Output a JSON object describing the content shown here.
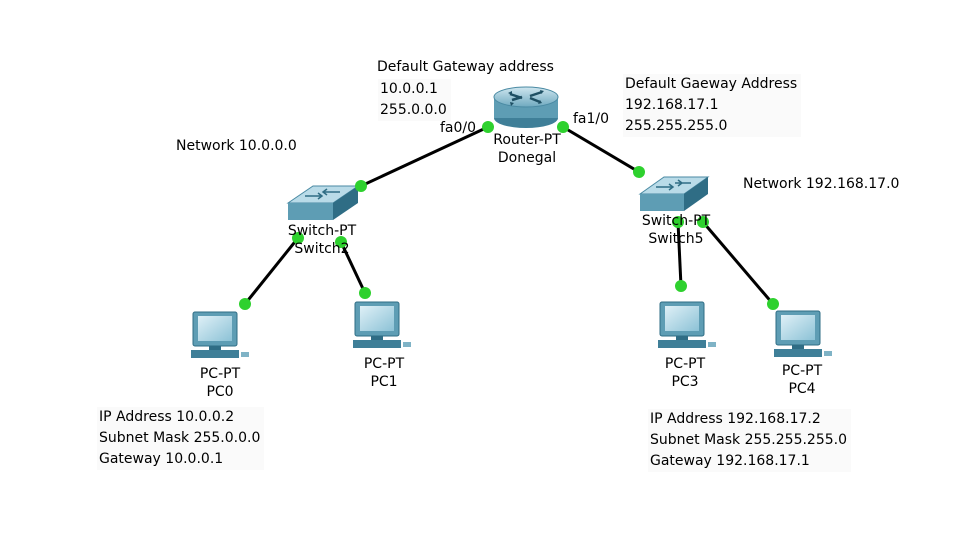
{
  "gateway_left": {
    "heading": "Default Gateway address",
    "ip": "10.0.0.1",
    "mask": "255.0.0.0"
  },
  "gateway_right": {
    "heading": "Default Gaeway Address",
    "ip": "192.168.17.1",
    "mask": "255.255.255.0"
  },
  "networks": {
    "left": "Network 10.0.0.0",
    "right": "Network 192.168.17.0"
  },
  "ports": {
    "left": "fa0/0",
    "right": "fa1/0"
  },
  "router": {
    "type": "Router-PT",
    "name": "Donegal"
  },
  "switches": [
    {
      "type": "Switch-PT",
      "name": "Switch2"
    },
    {
      "type": "Switch-PT",
      "name": "Switch5"
    }
  ],
  "pcs": [
    {
      "type": "PC-PT",
      "name": "PC0"
    },
    {
      "type": "PC-PT",
      "name": "PC1"
    },
    {
      "type": "PC-PT",
      "name": "PC3"
    },
    {
      "type": "PC-PT",
      "name": "PC4"
    }
  ],
  "pc0_config": {
    "ip": "IP Address 10.0.0.2",
    "mask": "Subnet Mask 255.0.0.0",
    "gateway": "Gateway 10.0.0.1"
  },
  "pc3_config": {
    "ip": "IP Address 192.168.17.2",
    "mask": "Subnet Mask 255.255.255.0",
    "gateway": "Gateway 192.168.17.1"
  },
  "colors": {
    "link": "#000000",
    "link_light": "#2ed12e",
    "device_body": "#5e9db4",
    "device_dark": "#2f6d85",
    "device_light": "#b9dbe8"
  }
}
